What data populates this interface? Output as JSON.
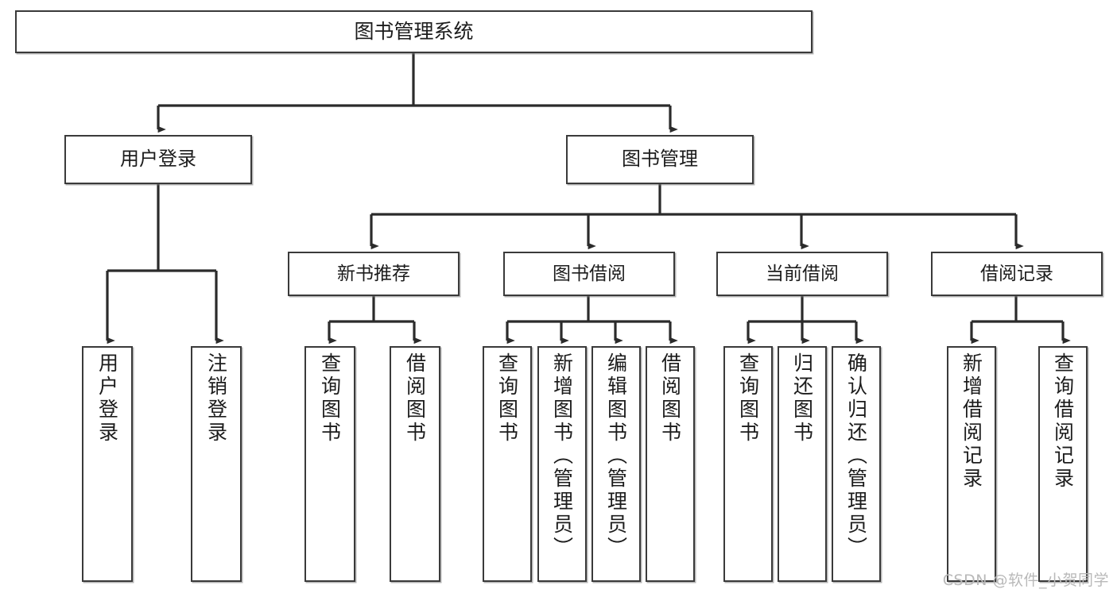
{
  "diagram": {
    "type": "tree-hierarchy",
    "title": "图书管理系统",
    "orientation": "top-down",
    "colors": {
      "box_border": "#3a3a3a",
      "box_fill": "#ffffff",
      "connector": "#2b2b2b",
      "text": "#1c1c1c",
      "watermark": "#b9b9b9",
      "page_background": "#ffffff"
    },
    "nodes": {
      "root": {
        "id": "root",
        "label": "图书管理系统",
        "level": 1
      },
      "branches": [
        {
          "id": "user-login",
          "label": "用户登录",
          "level": 2
        },
        {
          "id": "book-management",
          "label": "图书管理",
          "level": 2
        }
      ],
      "groups": [
        {
          "id": "new-book-recommend",
          "label": "新书推荐",
          "level": 3,
          "parent": "book-management"
        },
        {
          "id": "book-borrow",
          "label": "图书借阅",
          "level": 3,
          "parent": "book-management"
        },
        {
          "id": "current-borrow",
          "label": "当前借阅",
          "level": 3,
          "parent": "book-management"
        },
        {
          "id": "borrow-record",
          "label": "借阅记录",
          "level": 3,
          "parent": "book-management"
        }
      ],
      "leaves": [
        {
          "id": "leaf-user-login",
          "label": "用户登录",
          "parent": "user-login"
        },
        {
          "id": "leaf-user-logout",
          "label": "注销登录",
          "parent": "user-login"
        },
        {
          "id": "leaf-query-book-1",
          "label": "查询图书",
          "parent": "new-book-recommend"
        },
        {
          "id": "leaf-borrow-book-1",
          "label": "借阅图书",
          "parent": "new-book-recommend"
        },
        {
          "id": "leaf-query-book-2",
          "label": "查询图书",
          "parent": "book-borrow"
        },
        {
          "id": "leaf-add-book",
          "label": "新增图书（管理员）",
          "parent": "book-borrow"
        },
        {
          "id": "leaf-edit-book",
          "label": "编辑图书（管理员）",
          "parent": "book-borrow"
        },
        {
          "id": "leaf-borrow-book-2",
          "label": "借阅图书",
          "parent": "book-borrow"
        },
        {
          "id": "leaf-query-book-3",
          "label": "查询图书",
          "parent": "current-borrow"
        },
        {
          "id": "leaf-return-book",
          "label": "归还图书",
          "parent": "current-borrow"
        },
        {
          "id": "leaf-confirm-return",
          "label": "确认归还（管理员）",
          "parent": "current-borrow"
        },
        {
          "id": "leaf-add-record",
          "label": "新增借阅记录",
          "parent": "borrow-record"
        },
        {
          "id": "leaf-query-record",
          "label": "查询借阅记录",
          "parent": "borrow-record"
        }
      ]
    }
  },
  "watermark": {
    "text": "CSDN @软件_小贺同学"
  }
}
